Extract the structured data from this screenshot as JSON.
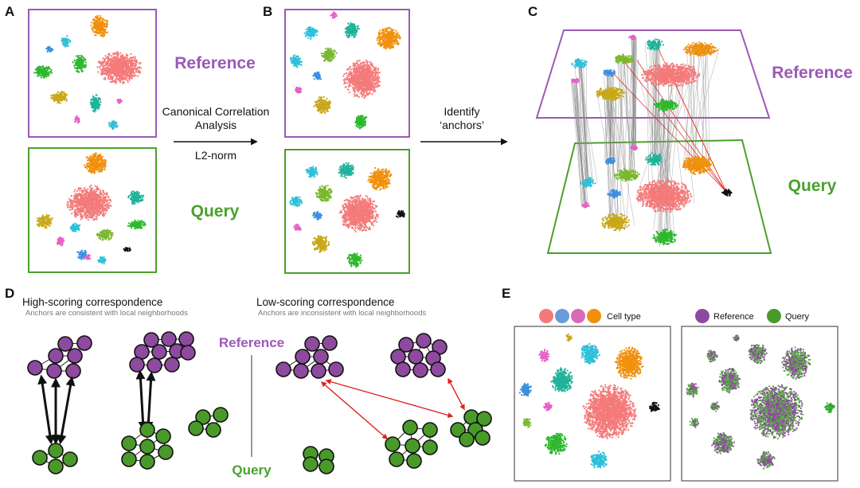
{
  "panels": {
    "A": "A",
    "B": "B",
    "C": "C",
    "D": "D",
    "E": "E"
  },
  "words": {
    "reference": "Reference",
    "query": "Query"
  },
  "arrow1": {
    "line1": "Canonical Correlation",
    "line2": "Analysis",
    "line3": "L2-norm"
  },
  "arrow2": {
    "line1": "Identify",
    "line2": "‘anchors’"
  },
  "panelD": {
    "high_title": "High-scoring correspondence",
    "high_sub": "Anchors are consistent with local neighborhoods",
    "low_title": "Low-scoring correspondence",
    "low_sub": "Anchors are inconsistent with local neighborhoods",
    "reference": "Reference",
    "query": "Query"
  },
  "panelE": {
    "legend_left": "Cell type",
    "legend_ref": "Reference",
    "legend_query": "Query"
  },
  "colors": {
    "reference": "#9b59b6",
    "query": "#4aa02c",
    "node_ref": "#8e4a9e",
    "node_query": "#4a9a2a",
    "anchor_bad": "#e02020",
    "salmon": "#f47a7a",
    "orange": "#f0900c",
    "teal": "#1fb39a",
    "cyan": "#2ec0d8",
    "green": "#2eb82e",
    "lime": "#7ab82e",
    "olive": "#c8a818",
    "blue": "#3a8fe0",
    "pink": "#e860c8",
    "black": "#111111"
  }
}
